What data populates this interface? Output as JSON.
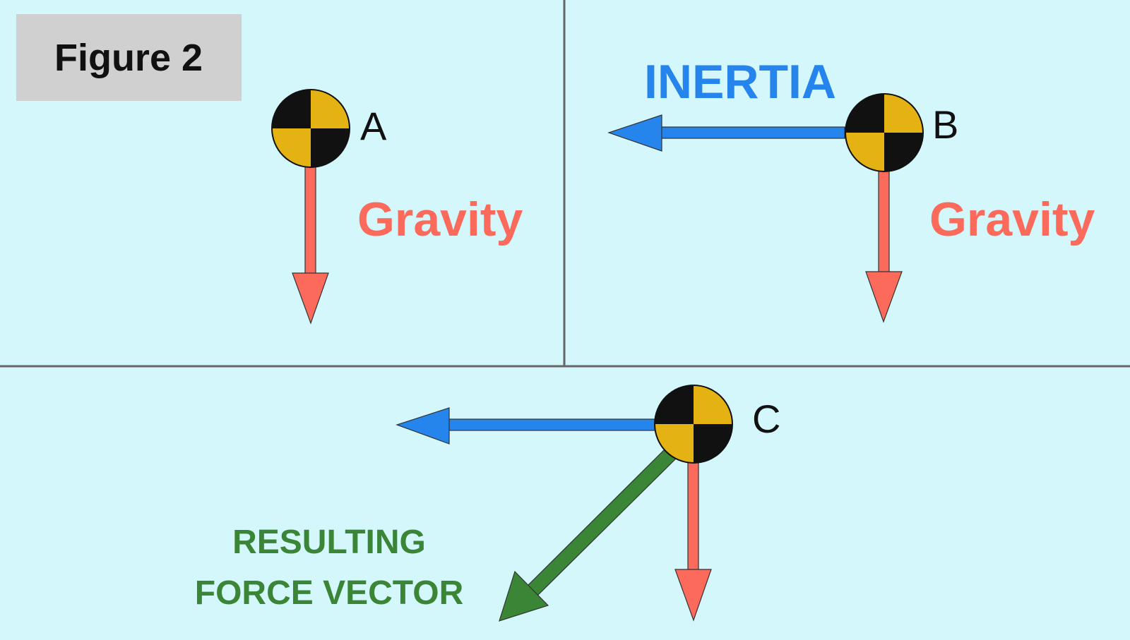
{
  "figure_label": "Figure 2",
  "colors": {
    "background": "#d4f7fc",
    "divider": "#666666",
    "label_box": "#d0d0d0",
    "gravity": "#fb6a5a",
    "inertia": "#2585ec",
    "resultant": "#3a8636",
    "target_yellow": "#e5b214",
    "target_black": "#111111"
  },
  "panel_a": {
    "marker_label": "A",
    "gravity_label": "Gravity"
  },
  "panel_b": {
    "marker_label": "B",
    "inertia_label": "INERTIA",
    "gravity_label": "Gravity"
  },
  "panel_c": {
    "marker_label": "C",
    "resultant_label_line1": "RESULTING",
    "resultant_label_line2": "FORCE VECTOR"
  },
  "icons": {
    "marker": "crash-test-target-icon"
  }
}
